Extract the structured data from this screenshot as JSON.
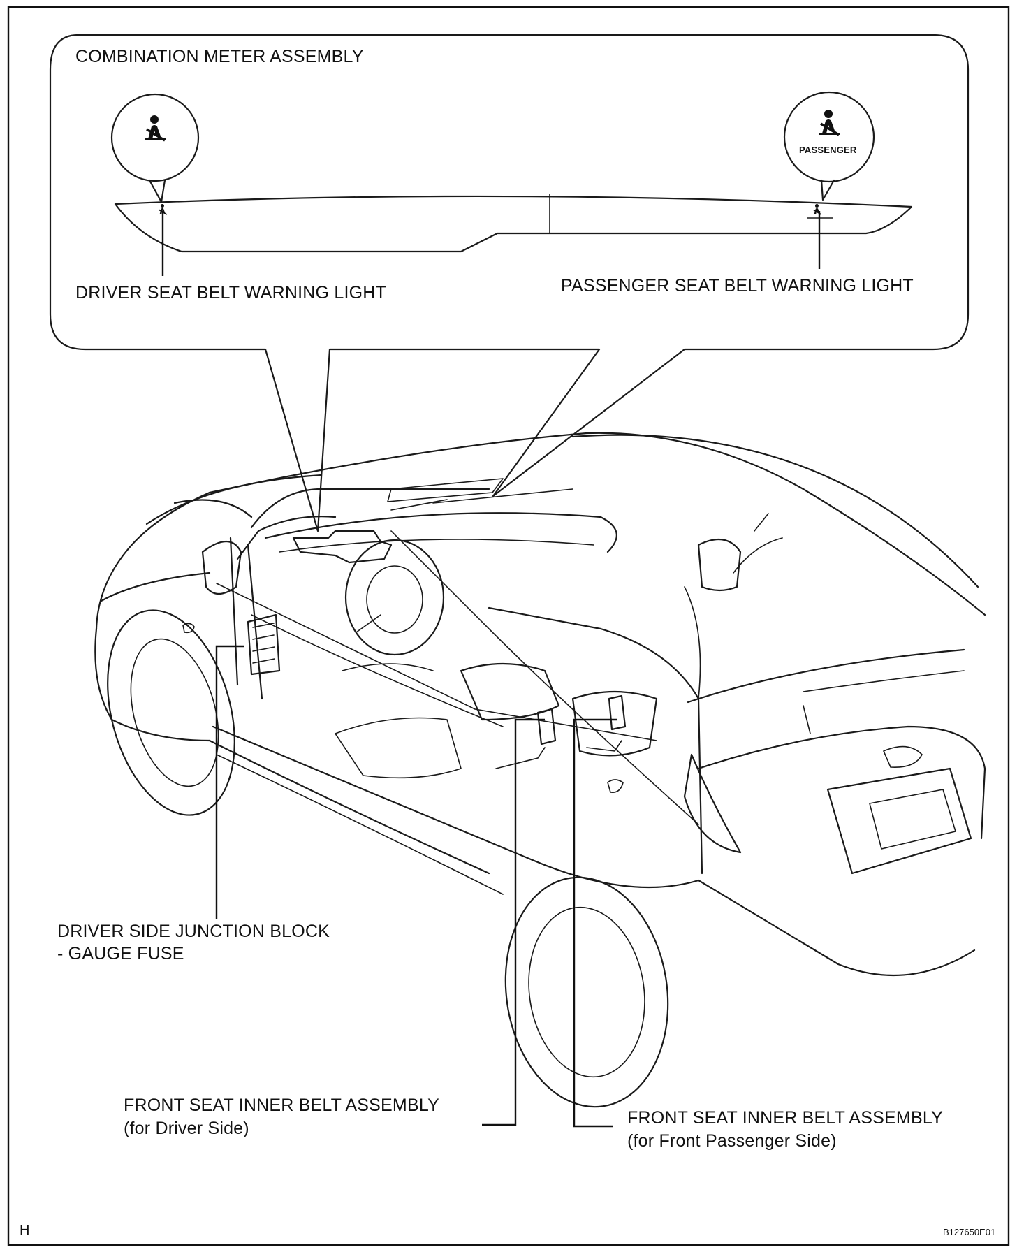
{
  "labels": {
    "combination_meter": "COMBINATION METER ASSEMBLY",
    "driver_light": "DRIVER SEAT BELT WARNING LIGHT",
    "passenger_light": "PASSENGER SEAT BELT WARNING LIGHT",
    "junction_block_line1": "DRIVER SIDE JUNCTION BLOCK",
    "junction_block_line2": "- GAUGE FUSE",
    "driver_belt_line1": "FRONT SEAT INNER BELT ASSEMBLY",
    "driver_belt_line2": "(for Driver Side)",
    "passenger_belt_line1": "FRONT SEAT INNER BELT ASSEMBLY",
    "passenger_belt_line2": "(for Front Passenger Side)",
    "passenger_icon_text": "PASSENGER"
  },
  "footer": {
    "section_letter": "H",
    "figure_code": "B127650E01"
  }
}
